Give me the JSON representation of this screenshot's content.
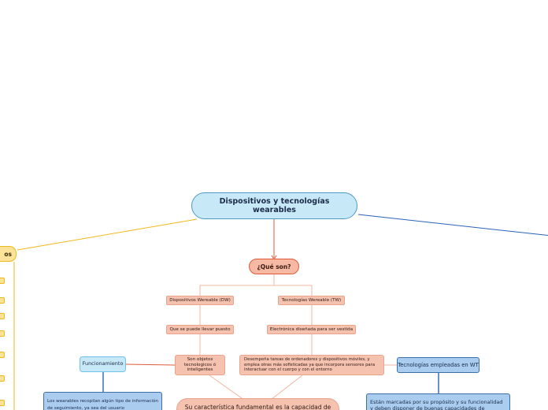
{
  "root": {
    "title": "Dispositivos y tecnologías wearables"
  },
  "nodes": {
    "que_son": "¿Qué son?",
    "dw": "Dispositivos Wereable (DW)",
    "tw": "Tecnologías Wereable (TW)",
    "llevar_puesto": "Que se puede llevar puesto",
    "vestida": "Electrónica diseñada para ser vestida",
    "objetos": "Son objetos tecnologicos ó inteligentes",
    "desempena": "Desempeña tareas de ordenadores y dispositivos móviles, y emplea otras  más sofisticadas ya que incorpora sensores para interactuar con el cuerpo y con el entorno",
    "caracteristica": "Su característica fundamental es la capacidad de",
    "funcionamiento": "Funcionamiento",
    "wearables_recopilan": "Los wearables recopilan algún tipo de información de seguimiento, ya sea del usuario",
    "tecnologias_wt": "Tecnologías empleadas en WT",
    "marcadas": "Están marcadas  por su propósito y su funcionalidad y deben disponer de buenas capacidades de",
    "tipos": "os"
  },
  "colors": {
    "root_border": "#4a9ac4",
    "branch_orange": "#f2b81b",
    "branch_red": "#e05a3a",
    "branch_salmon": "#f3b6a0",
    "branch_blue": "#2a62b8"
  }
}
